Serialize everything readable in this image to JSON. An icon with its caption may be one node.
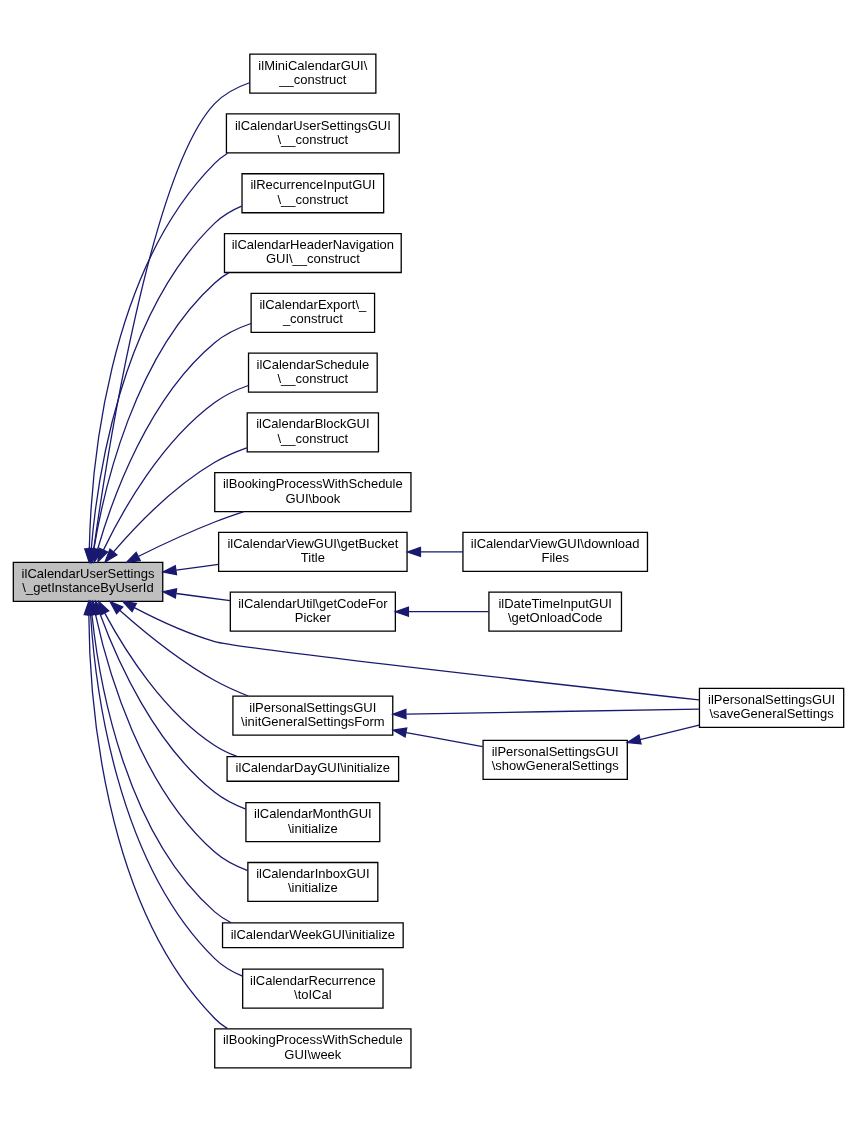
{
  "diagram": {
    "nodes": [
      {
        "text": [
          "ilCalendarUserSettings \\_getInstanceByUserId"
        ]
      },
      {
        "text": [
          "ilMiniCalendarGUI\\ __construct"
        ]
      },
      {
        "text": [
          "ilCalendarUserSettingsGUI \\__construct"
        ]
      },
      {
        "text": [
          "ilRecurrenceInputGUI \\__construct"
        ]
      },
      {
        "text": [
          "ilCalendarHeaderNavigation GUI\\__construct"
        ]
      },
      {
        "text": [
          "ilCalendarExport\\_ _construct"
        ]
      },
      {
        "text": [
          "ilCalendarSchedule \\__construct"
        ]
      },
      {
        "text": [
          "ilCalendarBlockGUI \\__construct"
        ]
      },
      {
        "text": [
          "ilBookingProcessWithSchedule GUI\\book"
        ]
      },
      {
        "text": [
          "ilCalendarViewGUI\\getBucket Title"
        ]
      },
      {
        "text": [
          "ilCalendarUtil\\getCodeFor Picker"
        ]
      },
      {
        "text": [
          "ilPersonalSettingsGUI \\initGeneralSettingsForm"
        ]
      },
      {
        "text": [
          "ilCalendarDayGUI\\initialize"
        ]
      },
      {
        "text": [
          "ilCalendarMonthGUI \\initialize"
        ]
      },
      {
        "text": [
          "ilCalendarInboxGUI \\initialize"
        ]
      },
      {
        "text": [
          "ilCalendarWeekGUI\\initialize"
        ]
      },
      {
        "text": [
          "ilCalendarRecurrence \\toICal"
        ]
      },
      {
        "text": [
          "ilBookingProcessWithSchedule GUI\\week"
        ]
      },
      {
        "text": [
          "ilCalendarViewGUI\\download Files"
        ]
      },
      {
        "text": [
          "ilDateTimeInputGUI \\getOnloadCode"
        ]
      },
      {
        "text": [
          "ilPersonalSettingsGUI \\showGeneralSettings"
        ]
      },
      {
        "text": [
          "ilPersonalSettingsGUI \\saveGeneralSettings"
        ]
      }
    ],
    "edges": [
      {
        "from": 1,
        "to": 0,
        "arrow": "to"
      },
      {
        "from": 2,
        "to": 0,
        "arrow": "to"
      },
      {
        "from": 3,
        "to": 0,
        "arrow": "to"
      },
      {
        "from": 4,
        "to": 0,
        "arrow": "to"
      },
      {
        "from": 5,
        "to": 0,
        "arrow": "to"
      },
      {
        "from": 6,
        "to": 0,
        "arrow": "to"
      },
      {
        "from": 7,
        "to": 0,
        "arrow": "to"
      },
      {
        "from": 8,
        "to": 0,
        "arrow": "to"
      },
      {
        "from": 9,
        "to": 0,
        "arrow": "to"
      },
      {
        "from": 10,
        "to": 0,
        "arrow": "to"
      },
      {
        "from": 11,
        "to": 0,
        "arrow": "to"
      },
      {
        "from": 21,
        "to": 0,
        "arrow": "to"
      },
      {
        "from": 12,
        "to": 0,
        "arrow": "to"
      },
      {
        "from": 13,
        "to": 0,
        "arrow": "to"
      },
      {
        "from": 14,
        "to": 0,
        "arrow": "to"
      },
      {
        "from": 15,
        "to": 0,
        "arrow": "to"
      },
      {
        "from": 16,
        "to": 0,
        "arrow": "to"
      },
      {
        "from": 17,
        "to": 0,
        "arrow": "to"
      },
      {
        "from": 18,
        "to": 9,
        "arrow": "to"
      },
      {
        "from": 19,
        "to": 10,
        "arrow": "to"
      },
      {
        "from": 20,
        "to": 11,
        "arrow": "to"
      },
      {
        "from": 21,
        "to": 11,
        "arrow": "to"
      },
      {
        "from": 21,
        "to": 20,
        "arrow": "to"
      }
    ]
  }
}
